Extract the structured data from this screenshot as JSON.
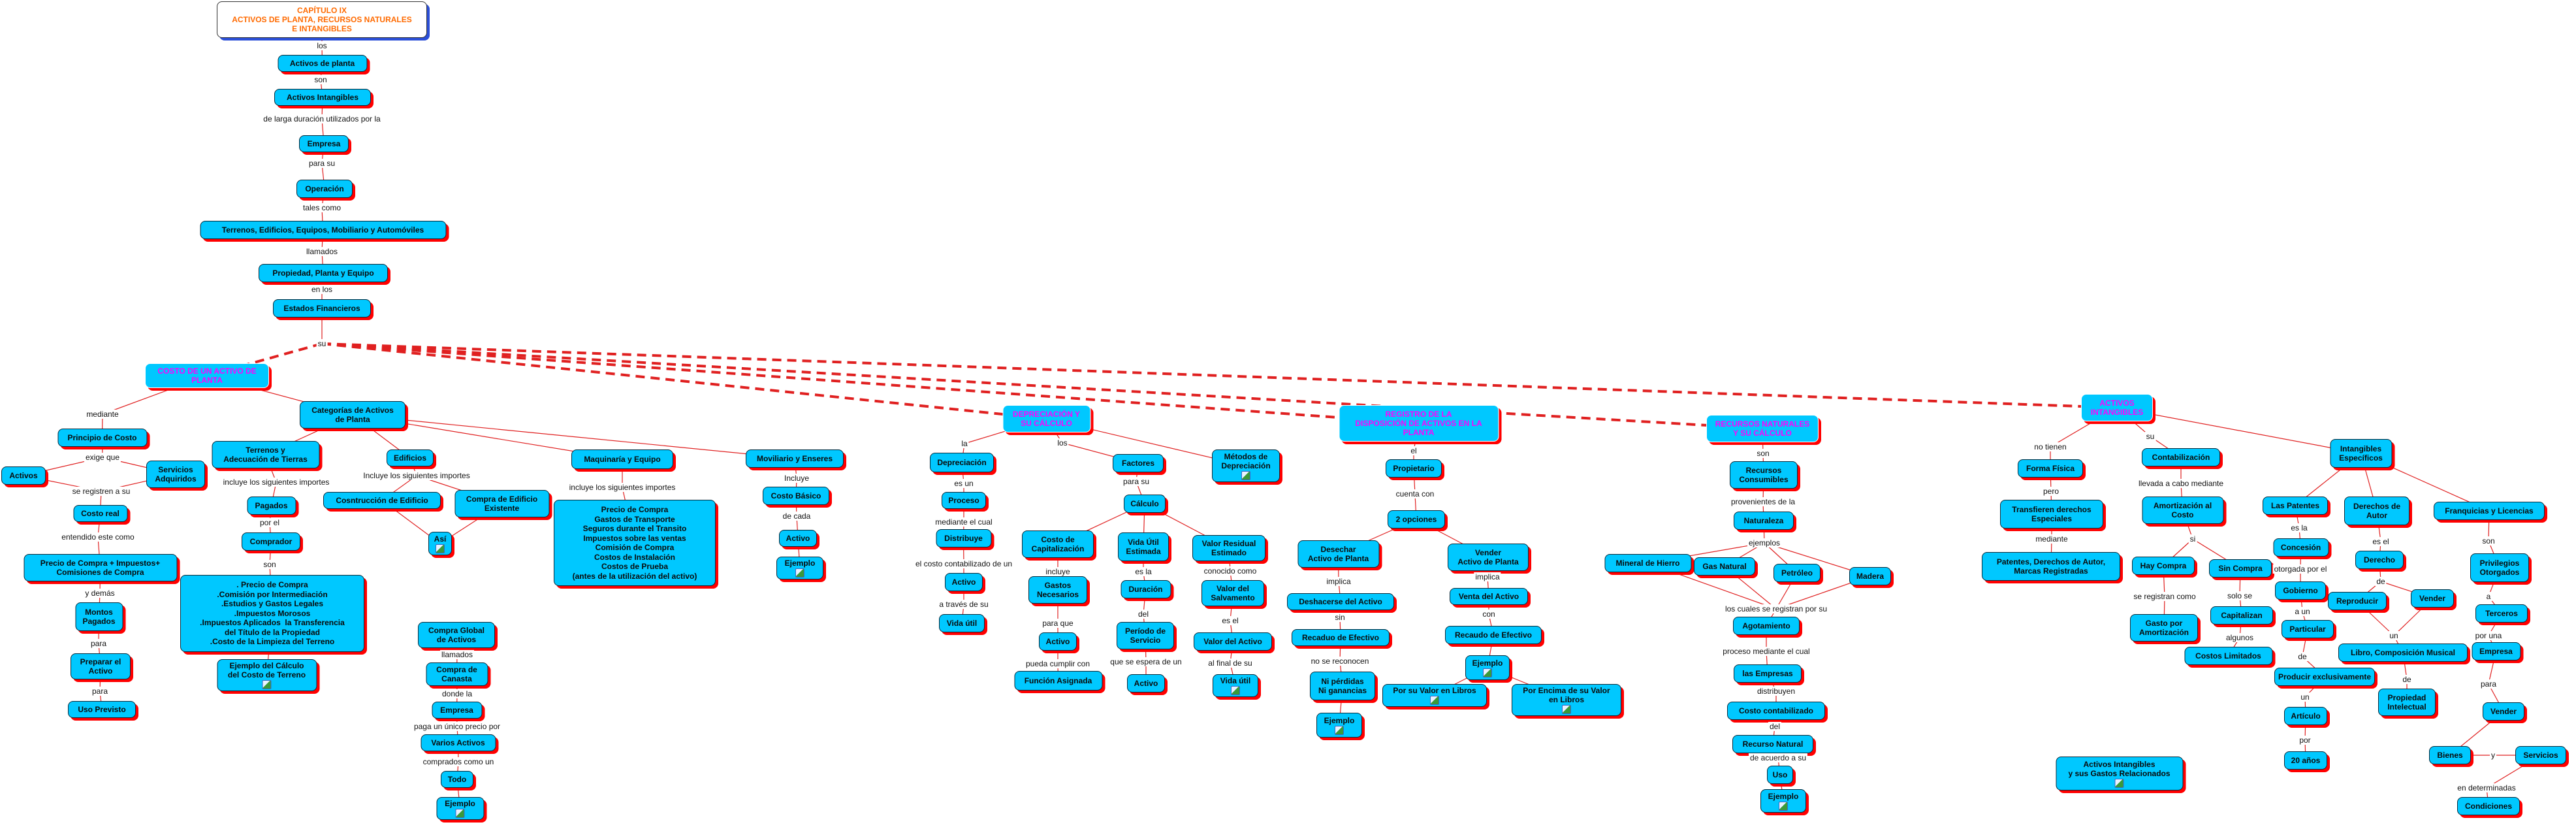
{
  "colors": {
    "node": "#00c8ff",
    "shadow": "#ff0000",
    "heading": "#ff00ff",
    "title": "#ff6a00",
    "line": "#e02020"
  },
  "nodes": {
    "title": "CAPÍTULO IX\nACTIVOS DE PLANTA, RECURSOS NATURALES\nE INTANGIBLES",
    "activos_planta": "Activos de planta",
    "activos_int": "Activos Intangibles",
    "empresa1": "Empresa",
    "operacion": "Operación",
    "terrenos_ed": "Terrenos, Edificios, Equipos, Mobiliario y Automóviles",
    "ppe": "Propiedad, Planta y Equipo",
    "estados": "Estados Financieros",
    "costo": "COSTO DE UN ACTIVO DE\nPLANTA",
    "principio": "Principio de Costo",
    "activos_l": "Activos",
    "servicios": "Servicios\nAdquiridos",
    "costo_real": "Costo real",
    "precio_compra": "Precio de Compra + Impuestos+\nComisiones de Compra",
    "montos": "Montos\nPagados",
    "preparar": "Preparar el\nActivo",
    "uso_previsto": "Uso Previsto",
    "categorias": "Categorías de Activos\nde Planta",
    "terrenos_ad": "Terrenos y\nAdecuación de Tierras",
    "pagados": "Pagados",
    "comprador": "Comprador",
    "terreno_list": ". Precio de Compra\n.Comisión por Intermediación\n.Estudios y Gastos Legales\n.Impuestos Morosos\n.Impuestos Aplicados  la Transferencia\ndel Título de la Propiedad\n.Costo de la Limpieza del Terreno",
    "ejemplo_terreno": "Ejemplo del Cálculo\ndel Costo de Terreno",
    "edificios": "Edificios",
    "construccion": "Cosntrucción de Edificio",
    "compra_existente": "Compra de Edificio\nExistente",
    "asi": "Así",
    "compra_global": "Compra Global\nde Activos",
    "canasta": "Compra de\nCanasta",
    "empresa2": "Empresa",
    "varios": "Varios Activos",
    "todo": "Todo",
    "ejemplo2": "Ejemplo",
    "maquinaria": "Maquinaría y Equipo",
    "maq_list": "Precio de Compra\nGastos de Transporte\nSeguros durante el Transito\nImpuestos sobre las ventas\nComisión de Compra\nCostos de Instalación\nCostos de Prueba\n(antes de la utilización del activo)",
    "moviliario": "Moviliario y Enseres",
    "costo_basico": "Costo Básico",
    "activo_m": "Activo",
    "ejemplo_m": "Ejemplo",
    "dep": "DEPRECIACIÓN Y\nSU CÁLCULO",
    "depreciacion": "Depreciación",
    "proceso": "Proceso",
    "distribuye": "Distribuye",
    "activo_d1": "Activo",
    "vida_util_d": "Vida útil",
    "factores": "Factores",
    "calculo": "Cálculo",
    "metodos": "Métodos de\nDepreciación",
    "costo_cap": "Costo de\nCapitalización",
    "gastos_nec": "Gastos\nNecesarios",
    "activo_d2": "Activo",
    "funcion": "Función Asignada",
    "vida_est": "Vida Útil\nEstimada",
    "duracion": "Duración",
    "periodo": "Período de\nServicio",
    "activo_d3": "Activo",
    "valor_res": "Valor Residual\nEstimado",
    "valor_salv": "Valor del\nSalvamento",
    "valor_activo": "Valor del Activo",
    "vida_util_d2": "Vida útil",
    "registro": "REGISTRO DE LA\nDISPOSICIÓN DE ACTIVOS EN LA\nPLANTA",
    "propietario": "Propietario",
    "opciones": "2 opciones",
    "desechar": "Desechar\nActivo de Planta",
    "deshacerse": "Deshacerse del Activo",
    "recaudo_sin": "Recaduo de Efectivo",
    "ni_perdidas": "Ni pérdidas\nNi ganancias",
    "ejemplo_r1": "Ejemplo",
    "vender_ap": "Vender\nActivo de Planta",
    "venta": "Venta del Activo",
    "recaudo_con": "Recaudo de Efectivo",
    "ejemplo_r2": "Ejemplo",
    "por_valor": "Por su Valor en Libros",
    "por_encima": "Por Encima de su Valor\nen Libros",
    "recursos": "RECURSOS NATURALES\nY SU CÁLCULO",
    "rec_consum": "Recursos\nConsumibles",
    "naturaleza": "Naturaleza",
    "mineral": "Mineral de Hierro",
    "gas": "Gas Natural",
    "petroleo": "Petróleo",
    "madera": "Madera",
    "agotamiento": "Agotamiento",
    "las_empresas": "las Empresas",
    "costo_cont": "Costo contabilizado",
    "recurso_nat": "Recurso Natural",
    "uso": "Uso",
    "ejemplo_n": "Ejemplo",
    "ai": "ACTIVOS\nINTANGIBLES",
    "forma": "Forma Física",
    "transfieren": "Transfieren derechos\nEspeciales",
    "patentes_der": "Patentes, Derechos de Autor,\nMarcas Registradas",
    "contab": "Contabilización",
    "amort": "Amortización al\nCosto",
    "hay_compra": "Hay Compra",
    "gasto_amort": "Gasto por\nAmortización",
    "sin_compra": "Sin Compra",
    "capitalizan": "Capitalizan",
    "costos_lim": "Costos Limitados",
    "int_esp": "Intangibles\nEspecíficos",
    "patentes": "Las Patentes",
    "concesion": "Concesión",
    "gobierno": "Gobierno",
    "particular": "Particular",
    "producir": "Producir exclusivamente",
    "articulo": "Artículo",
    "veinte": "20 años",
    "derechos_autor": "Derechos de\nAutor",
    "derecho": "Derecho",
    "reproducir": "Reproducir",
    "vender1": "Vender",
    "libro": "Libro, Composición Musical",
    "prop_int": "Propiedad\nIntelectual",
    "franquicias": "Franquicias y Licencias",
    "privilegios": "Privilegios\nOtorgados",
    "terceros": "Terceros",
    "empresa3": "Empresa",
    "vender2": "Vender",
    "bienes": "Bienes",
    "servicios_i": "Servicios",
    "condiciones": "Condiciones",
    "ai_gastos": "Activos Intangibles\ny sus Gastos Relacionados"
  },
  "labels": {
    "l_los": "los",
    "l_son": "son",
    "l_larga": "de larga duración utilizados por la",
    "l_parasu": "para su",
    "l_tales": "tales como",
    "l_llamados": "llamados",
    "l_enlos": "en los",
    "l_su": "su",
    "l_mediante": "mediante",
    "l_exige": "exige que",
    "l_registren": "se registren a su",
    "l_entendido": "entendido este como",
    "l_ydemas": "y demás",
    "l_para1": "para",
    "l_para2": "para",
    "l_incl1": "incluye los siguientes importes",
    "l_porel": "por el",
    "l_son2": "son",
    "l_incl2": "Incluye los siguientes importes",
    "l_llam2": "llamados",
    "l_dondela": "donde la",
    "l_paga": "paga un único precio por",
    "l_comprados": "comprados como un",
    "l_incl3": "incluye los siguientes importes",
    "l_incluye": "Incluye",
    "l_decada": "de cada",
    "l_la": "la",
    "l_esun": "es un",
    "l_medcual": "mediante el cual",
    "l_costocont": "el costo contabilizado de un",
    "l_traves": "a través de su",
    "l_los2": "los",
    "l_parasu2": "para su",
    "l_incluye2": "incluye",
    "l_paraque": "para que",
    "l_cumplir": "pueda cumplir con",
    "l_esla": "es la",
    "l_del": "del",
    "l_espera": "que se espera de un",
    "l_conocido": "conocido como",
    "l_esel": "es el",
    "l_final": "al final de su",
    "l_el": "el",
    "l_cuenta": "cuenta con",
    "l_impl1": "implica",
    "l_sin": "sin",
    "l_noreco": "no se reconocen",
    "l_impl2": "implica",
    "l_con": "con",
    "l_son3": "son",
    "l_proven": "provenientes de la",
    "l_ejemplos": "ejemplos",
    "l_cuales": "los cuales se registran por su",
    "l_proceso": "proceso mediante el cual",
    "l_distrib": "distribuyen",
    "l_del2": "del",
    "l_acuerdo": "de acuerdo a su",
    "l_notienen": "no tienen",
    "l_pero": "pero",
    "l_mediante2": "mediante",
    "l_su2": "su",
    "l_llevada": "llevada a cabo mediante",
    "l_si": "si",
    "l_seregistran": "se registran como",
    "l_solose": "solo se",
    "l_algunos": "algunos",
    "l_esla2": "es la",
    "l_otorgada": "otorgada por el",
    "l_aun": "a un",
    "l_de1": "de",
    "l_un1": "un",
    "l_por": "por",
    "l_esel2": "es el",
    "l_de2": "de",
    "l_un2": "un",
    "l_de3": "de",
    "l_son4": "son",
    "l_a": "a",
    "l_poruna": "por una",
    "l_para3": "para",
    "l_y": "y",
    "l_endet": "en determinadas"
  }
}
